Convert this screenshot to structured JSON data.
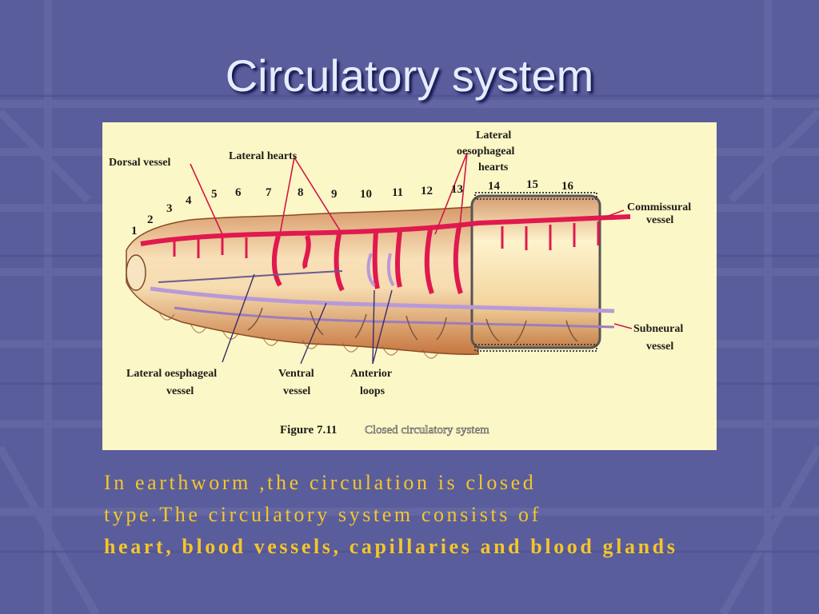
{
  "slide": {
    "title": "Circulatory system"
  },
  "figure": {
    "labels": {
      "dorsal_vessel": "Dorsal vessel",
      "lateral_hearts": "Lateral hearts",
      "lateral_oesophageal_hearts_1": "Lateral",
      "lateral_oesophageal_hearts_2": "oesophageal",
      "lateral_oesophageal_hearts_3": "hearts",
      "commissural_vessel_1": "Commissural",
      "commissural_vessel_2": "vessel",
      "subneural_vessel_1": "Subneural",
      "subneural_vessel_2": "vessel",
      "lateral_oesophageal_vessel_1": "Lateral oesphageal",
      "lateral_oesophageal_vessel_2": "vessel",
      "ventral_vessel_1": "Ventral",
      "ventral_vessel_2": "vessel",
      "anterior_loops_1": "Anterior",
      "anterior_loops_2": "loops"
    },
    "segment_numbers": [
      "1",
      "2",
      "3",
      "4",
      "5",
      "6",
      "7",
      "8",
      "9",
      "10",
      "11",
      "12",
      "13",
      "14",
      "15",
      "16"
    ],
    "caption": {
      "prefix": "Figure  7.11",
      "text": "Closed  circulatory  system"
    }
  },
  "body": {
    "line1": "In earthworm ,the circulation is closed",
    "line2": "type.The circulatory system consists of",
    "bold_text": "heart, blood vessels, capillaries and blood glands"
  }
}
